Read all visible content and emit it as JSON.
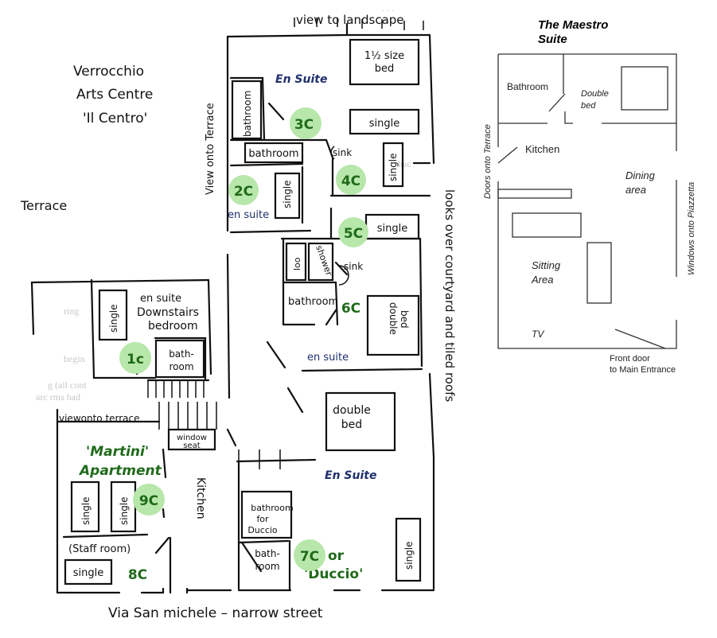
{
  "floorplan": {
    "title_lines": [
      "Verrocchio",
      "Arts Centre",
      "'Il Centro'"
    ],
    "terrace": "Terrace",
    "view_landscape": "view to landscape",
    "view_terrace": "View onto Terrace",
    "en_suite_top": "En Suite",
    "en_suite_mid": "En Suite",
    "en_suite_lower": "en suite",
    "en_suite_2c": "en suite",
    "en_suite_1c": "en suite",
    "downstairs_bedroom_lines": [
      "Downstairs",
      "bedroom"
    ],
    "looks_over": "looks over courtyard and tiled roofs",
    "street": "Via San michele – narrow street",
    "view_onto_terrace_lower": "viewonto terrace",
    "window_seat_lines": [
      "window",
      "seat"
    ],
    "kitchen": "Kitchen",
    "martini_lines": [
      "'Martini'",
      "Apartment"
    ],
    "staff_room": "(Staff room)",
    "duccio_lines": [
      "or",
      "'Duccio'"
    ],
    "rooms": [
      {
        "id": "3C"
      },
      {
        "id": "2C"
      },
      {
        "id": "4C"
      },
      {
        "id": "5C"
      },
      {
        "id": "6C"
      },
      {
        "id": "1c"
      },
      {
        "id": "9C"
      },
      {
        "id": "7C"
      },
      {
        "id": "8C"
      }
    ],
    "furniture": {
      "bed_1half_lines": [
        "1½ size",
        "bed"
      ],
      "single": "single",
      "double_bed_lines": [
        "double",
        "bed"
      ],
      "bathroom": "bathroom",
      "bath_room_lines": [
        "bath-",
        "room"
      ],
      "bath_room2_lines": [
        "bath-",
        "room"
      ],
      "bathroom_duccio_lines": [
        "bathroom",
        "for",
        "Duccio"
      ],
      "sink": "sink",
      "loo": "loo",
      "shower": "shower"
    }
  },
  "maestro": {
    "title_lines": [
      "The Maestro",
      "Suite"
    ],
    "bathroom": "Bathroom",
    "double_bed_lines": [
      "Double",
      "bed"
    ],
    "kitchen": "Kitchen",
    "dining_lines": [
      "Dining",
      "area"
    ],
    "sitting_lines": [
      "Sitting",
      "Area"
    ],
    "tv": "TV",
    "doors_terrace": "Doors onto Terrace",
    "windows_piazzetta": "Windows onto Piazzetta",
    "front_door_lines": [
      "Front door",
      "to Main Entrance"
    ]
  },
  "colors": {
    "room_circle": "#b7e7aa",
    "room_label": "#1f6a1a",
    "en_suite_label": "#1f2f6e"
  }
}
